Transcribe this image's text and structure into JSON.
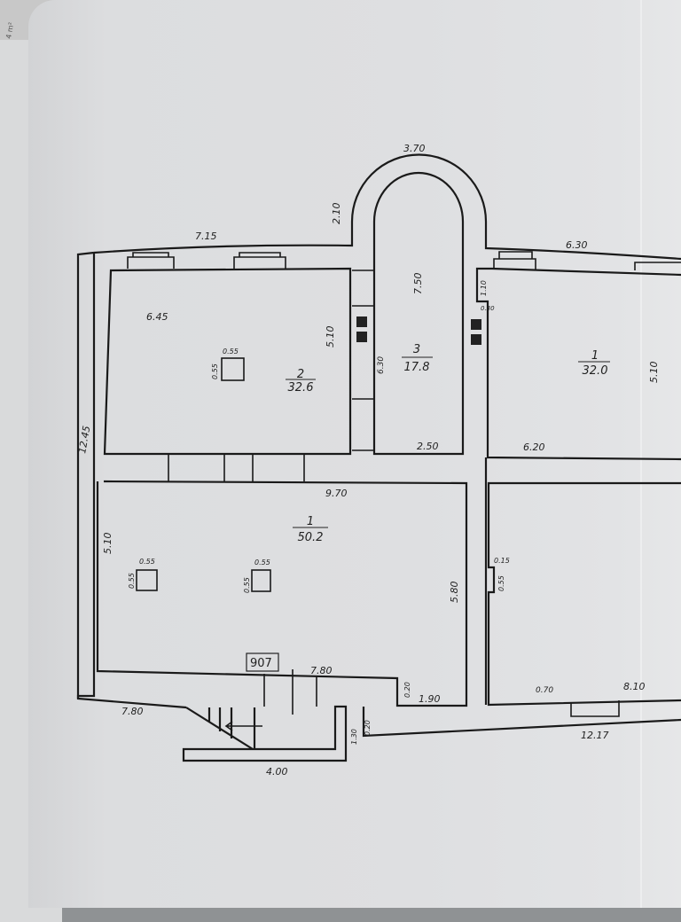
{
  "corner_scrap_text": "4 m²",
  "rooms": [
    {
      "number": "2",
      "area": "32.6"
    },
    {
      "number": "3",
      "area": "17.8"
    },
    {
      "number": "1",
      "area": "32.0"
    },
    {
      "number": "1",
      "area": "50.2"
    }
  ],
  "stamp_number": "907",
  "dimensions": {
    "arch_width": "3.70",
    "arch_side": "2.10",
    "top_left_wall": "7.15",
    "top_right_wall": "6.30",
    "room2_width": "6.45",
    "room2_height": "5.10",
    "room2_column_w": "0.55",
    "room2_column_h": "0.55",
    "corridor_length": "6.30",
    "room3_length": "7.50",
    "room3_width": "2.50",
    "right_niche_h": "1.10",
    "right_niche_w": "0.30",
    "room1r_height": "5.10",
    "room1r_width": "6.20",
    "left_overall": "12.45",
    "hall_width": "9.70",
    "hall_left_height": "5.10",
    "hall_right_height": "5.80",
    "col1_w": "0.55",
    "col1_h": "0.55",
    "col2_w": "0.55",
    "col2_h": "0.55",
    "hall_bottom": "7.80",
    "outer_bottom": "7.80",
    "step_h": "0.20",
    "step_w": "1.90",
    "stair_width": "4.00",
    "stair_h": "1.30",
    "stair_offset": "0.20",
    "niche_depth": "0.15",
    "niche_width": "0.55",
    "bottom_right_a": "0.70",
    "bottom_right_b": "8.10",
    "bottom_overall": "12.17"
  }
}
